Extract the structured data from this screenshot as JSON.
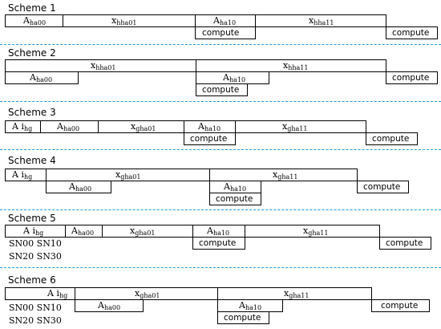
{
  "labels": {
    "compute": "compute",
    "sn_line1": "SN00 SN10",
    "sn_line2": "SN20 SN30"
  },
  "schemes": [
    {
      "title": "Scheme 1",
      "boxes": [
        {
          "letter": "A",
          "sub": "ha00"
        },
        {
          "letter": "x",
          "sub": "hha01"
        },
        {
          "letter": "A",
          "sub": "ha10"
        },
        {
          "letter": "x",
          "sub": "hha11"
        }
      ]
    },
    {
      "title": "Scheme 2",
      "boxes": [
        {
          "letter": "x",
          "sub": "hha01"
        },
        {
          "letter": "x",
          "sub": "hha11"
        },
        {
          "letter": "A",
          "sub": "ha00"
        },
        {
          "letter": "A",
          "sub": "ha10"
        }
      ]
    },
    {
      "title": "Scheme 3",
      "boxes": [
        {
          "letter": "A  i",
          "sub": "hg"
        },
        {
          "letter": "A",
          "sub": "ha00"
        },
        {
          "letter": "x",
          "sub": "gha01"
        },
        {
          "letter": "A",
          "sub": "ha10"
        },
        {
          "letter": "x",
          "sub": "gha11"
        }
      ]
    },
    {
      "title": "Scheme 4",
      "boxes": [
        {
          "letter": "A  i",
          "sub": "hg"
        },
        {
          "letter": "x",
          "sub": "gha01"
        },
        {
          "letter": "x",
          "sub": "gha11"
        },
        {
          "letter": "A",
          "sub": "ha00"
        },
        {
          "letter": "A",
          "sub": "ha10"
        }
      ]
    },
    {
      "title": "Scheme 5",
      "boxes": [
        {
          "letter": "A  i",
          "sub": "hg"
        },
        {
          "letter": "A",
          "sub": "ha00"
        },
        {
          "letter": "x",
          "sub": "gha01"
        },
        {
          "letter": "A",
          "sub": "ha10"
        },
        {
          "letter": "x",
          "sub": "gha11"
        }
      ]
    },
    {
      "title": "Scheme 6",
      "boxes": [
        {
          "letter": "A  i",
          "sub": "hg"
        },
        {
          "letter": "x",
          "sub": "gha01"
        },
        {
          "letter": "x",
          "sub": "gha11"
        },
        {
          "letter": "A",
          "sub": "ha00"
        },
        {
          "letter": "A",
          "sub": "ha10"
        }
      ]
    }
  ]
}
